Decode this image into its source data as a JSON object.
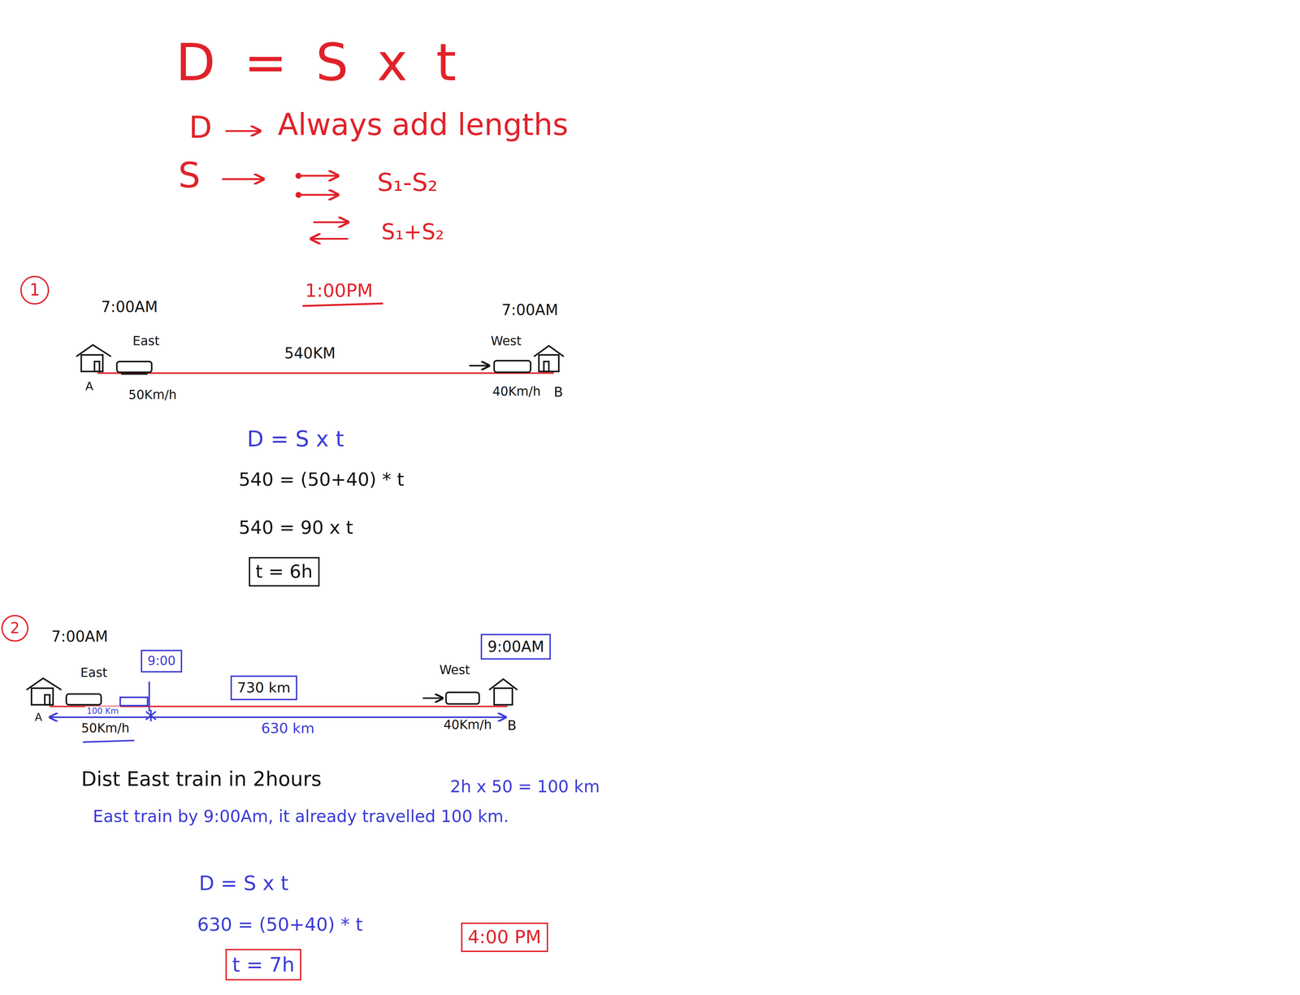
{
  "diagram": {
    "nodes": [
      {
        "text": [
          "1"
        ]
      },
      {
        "text": [
          "t = 6h"
        ]
      },
      {
        "text": [
          "2"
        ]
      },
      {
        "text": [
          "9:00AM"
        ]
      },
      {
        "text": [
          "9:00"
        ]
      },
      {
        "text": [
          "730 km"
        ]
      },
      {
        "text": [
          "t = 7h"
        ]
      },
      {
        "text": [
          "4:00 PM"
        ]
      }
    ],
    "labels": [
      "D = S x t",
      "D",
      "Always add lengths",
      "S",
      "S₁-S₂",
      "S₁+S₂",
      "1:00PM",
      "7:00AM",
      "7:00AM",
      "East",
      "540KM",
      "West",
      "A",
      "50Km/h",
      "40Km/h",
      "B",
      "D = S x t",
      "540 = (50+40) * t",
      "540 = 90 x t",
      "7:00AM",
      "East",
      "West",
      "A",
      "100 Km",
      "50Km/h",
      "630 km",
      "40Km/h",
      "B",
      "Dist East train in 2hours",
      "2h x 50 = 100 km",
      "East train by 9:00Am, it already travelled 100 km.",
      "D = S x t",
      "630 = (50+40) * t"
    ]
  }
}
